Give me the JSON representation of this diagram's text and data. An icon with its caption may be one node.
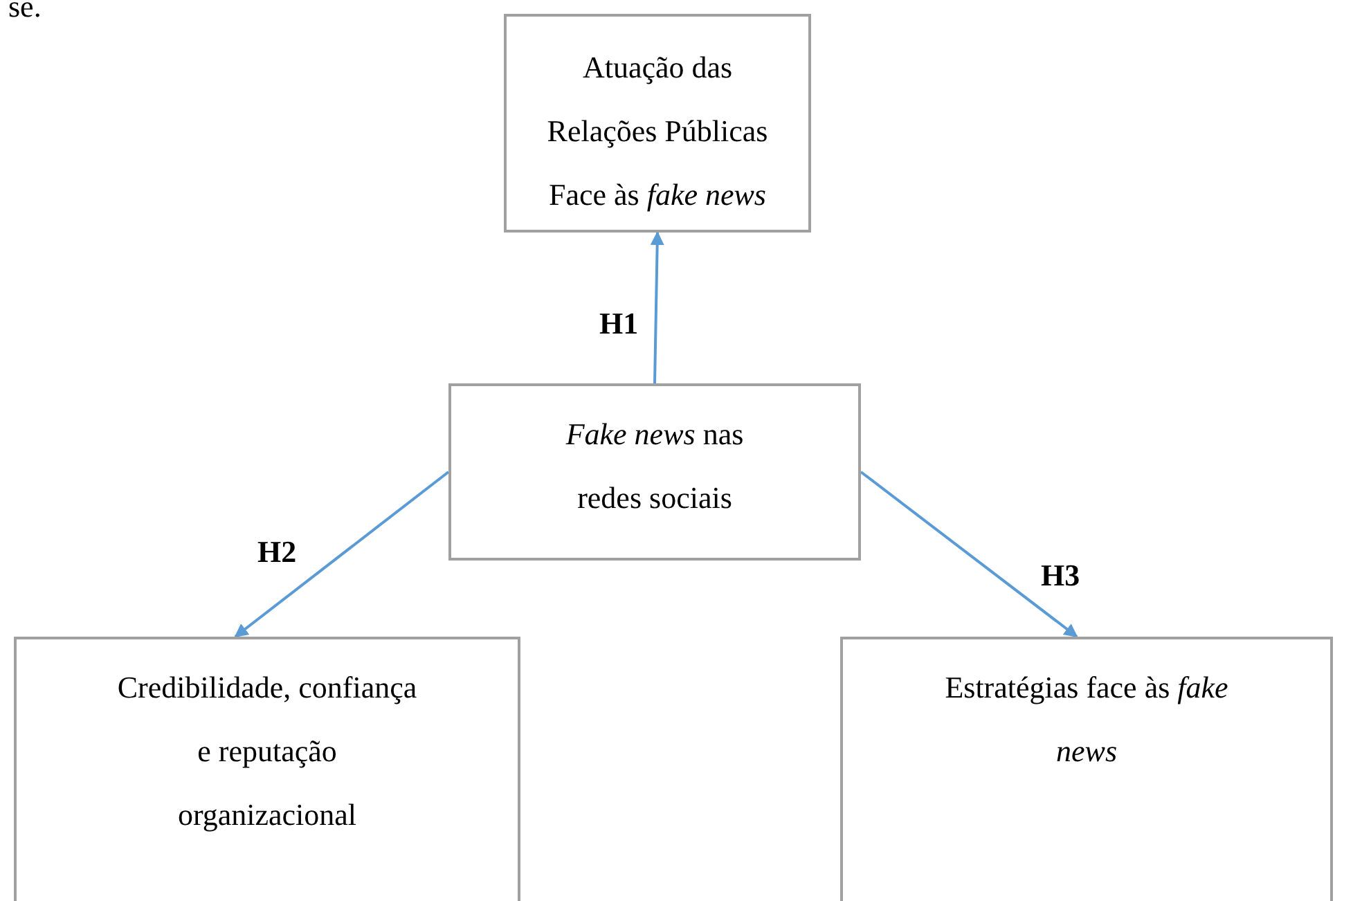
{
  "diagram": {
    "nodes": [
      {
        "text": [
          "Atuação das Relações Públicas Face às *fake news*"
        ]
      },
      {
        "text": [
          "*Fake news* nas redes sociais"
        ]
      },
      {
        "text": [
          "Credibilidade, confiança e reputação organizacional"
        ]
      },
      {
        "text": [
          "Estratégias face às *fake news*"
        ]
      }
    ],
    "edges": [
      {
        "from": 1,
        "to": 0,
        "arrow": "to",
        "label": "H1"
      },
      {
        "from": 1,
        "to": 2,
        "arrow": "to",
        "label": "H2"
      },
      {
        "from": 1,
        "to": 3,
        "arrow": "to",
        "label": "H3"
      }
    ],
    "labels": [
      "se."
    ]
  }
}
